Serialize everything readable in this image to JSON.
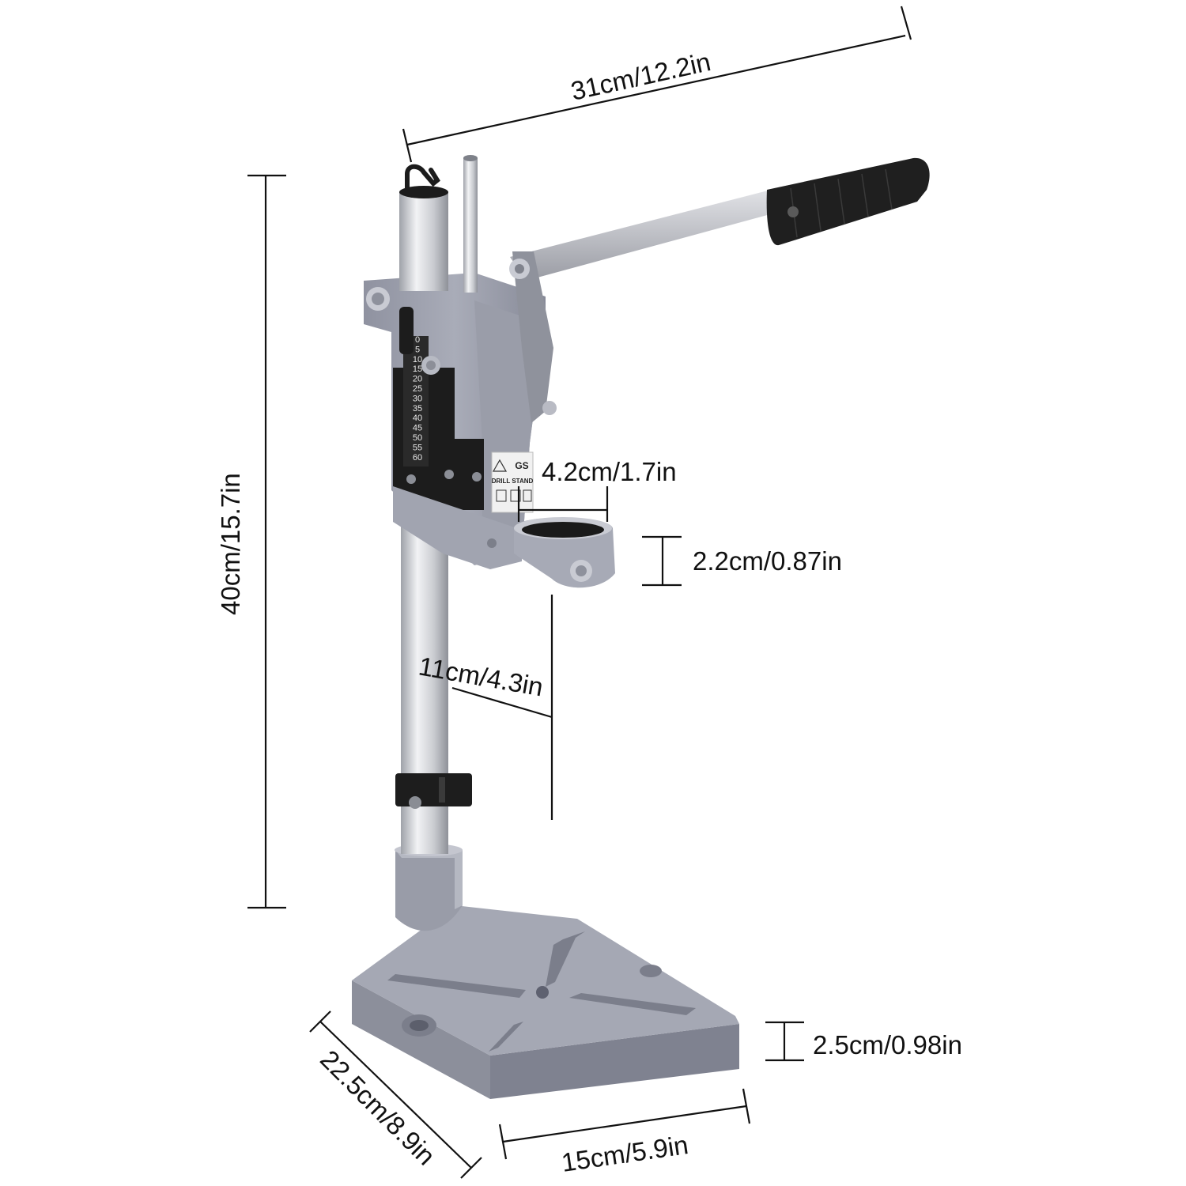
{
  "product": {
    "name": "drill-stand",
    "label_lines": [
      "DRILL STAND"
    ],
    "logo_text": "GS",
    "scale_marks": [
      "0",
      "5",
      "10",
      "15",
      "20",
      "25",
      "30",
      "35",
      "40",
      "45",
      "50",
      "55",
      "60"
    ],
    "colors": {
      "body": "#9ea1ad",
      "body_dark": "#7d8090",
      "body_light": "#c4c6cf",
      "rod": "#d7d9de",
      "handle": "#1f1f1f",
      "black_plate": "#1c1c1c",
      "lever": "#b9bbc2"
    }
  },
  "dimensions": {
    "total_length": "31cm/12.2in",
    "total_height": "40cm/15.7in",
    "clamp_diameter": "4.2cm/1.7in",
    "clamp_height": "2.2cm/0.87in",
    "throat_depth": "11cm/4.3in",
    "base_thickness": "2.5cm/0.98in",
    "base_depth": "22.5cm/8.9in",
    "base_width": "15cm/5.9in"
  }
}
